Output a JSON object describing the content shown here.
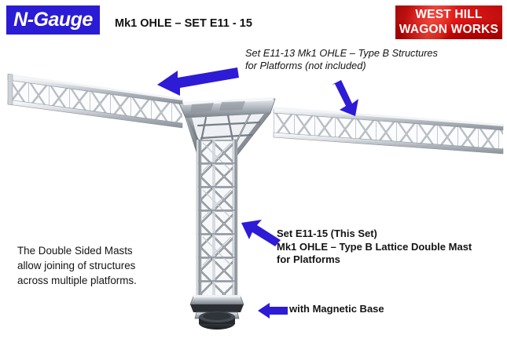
{
  "brand": {
    "ngauge_label": "N-Gauge",
    "ngauge_color": "#2A1BD4",
    "whww_line1": "WEST HILL",
    "whww_line2": "WAGON WORKS",
    "whww_color": "#C20000"
  },
  "header": {
    "title": "Mk1 OHLE – SET E11 - 15"
  },
  "annotations": {
    "gantry": "Set E11-13 Mk1 OHLE – Type B Structures\nfor Platforms (not included)",
    "mast": "Set E11-15 (This Set)\nMk1 OHLE – Type B Lattice Double Mast\nfor Platforms",
    "left_note": "The Double Sided Masts\nallow joining of structures\nacross multiple platforms.",
    "magnetic_base": "with Magnetic Base"
  },
  "arrows": {
    "color": "#2E1BD6",
    "gantry_left": "arrow-up-left-icon",
    "gantry_right": "arrow-down-right-icon",
    "mast": "arrow-up-left-icon",
    "base": "arrow-left-icon"
  },
  "model": {
    "description": "N-Gauge Mk1 OHLE Type B lattice double mast with twin gantry girders and magnetic base",
    "metal_color": "#B9BEC4"
  }
}
